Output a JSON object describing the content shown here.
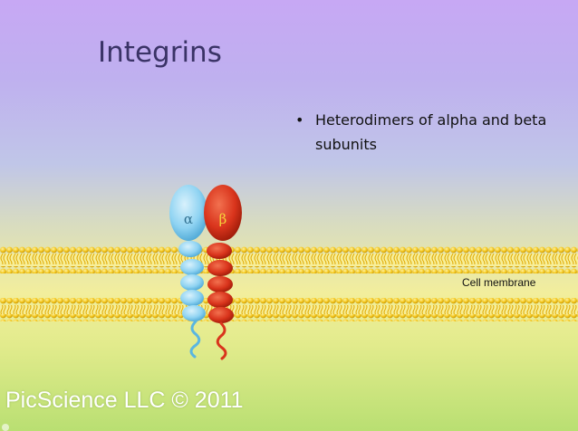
{
  "slide": {
    "title": "Integrins",
    "bullet_symbol": "•",
    "bullet_text": "Heterodimers of alpha and beta subunits",
    "membrane_label": "Cell membrane",
    "footer": "PicScience LLC © 2011"
  },
  "diagram": {
    "alpha_label": "α",
    "beta_label": "β",
    "colors": {
      "alpha": "#8fd3f2",
      "beta": "#d9341c",
      "lipid_head": "#f2c418",
      "membrane_fill": "#f7ef9a"
    }
  }
}
